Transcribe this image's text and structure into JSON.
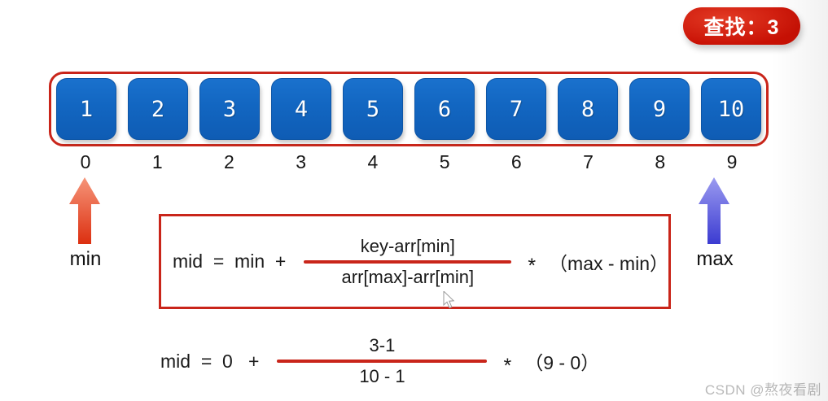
{
  "badge": {
    "label": "查找：3"
  },
  "array": {
    "values": [
      "1",
      "2",
      "3",
      "4",
      "5",
      "6",
      "7",
      "8",
      "9",
      "10"
    ],
    "indices": [
      "0",
      "1",
      "2",
      "3",
      "4",
      "5",
      "6",
      "7",
      "8",
      "9"
    ]
  },
  "pointers": {
    "min": {
      "label": "min",
      "color_top": "#f69579",
      "color_bottom": "#dc2f10"
    },
    "max": {
      "label": "max",
      "color_top": "#9b9bf0",
      "color_bottom": "#3b3bd1"
    }
  },
  "formula_general": {
    "lhs": "mid  =  min  +",
    "numerator": "key-arr[min]",
    "denominator": "arr[max]-arr[min]",
    "operator": "*",
    "rhs": "（max - min）"
  },
  "formula_example": {
    "lhs": "mid  =  0   +",
    "numerator": "3-1",
    "denominator": "10 - 1",
    "operator": "*",
    "rhs": "（9 - 0）"
  },
  "watermark": "CSDN @熬夜看剧",
  "colors": {
    "red": "#c9251a",
    "cell_blue": "#1266c1",
    "badge_red": "#c81004",
    "badge_red_light": "#e23a24",
    "text": "#1a1a1a",
    "watermark_gray": "#b9b9b9"
  }
}
